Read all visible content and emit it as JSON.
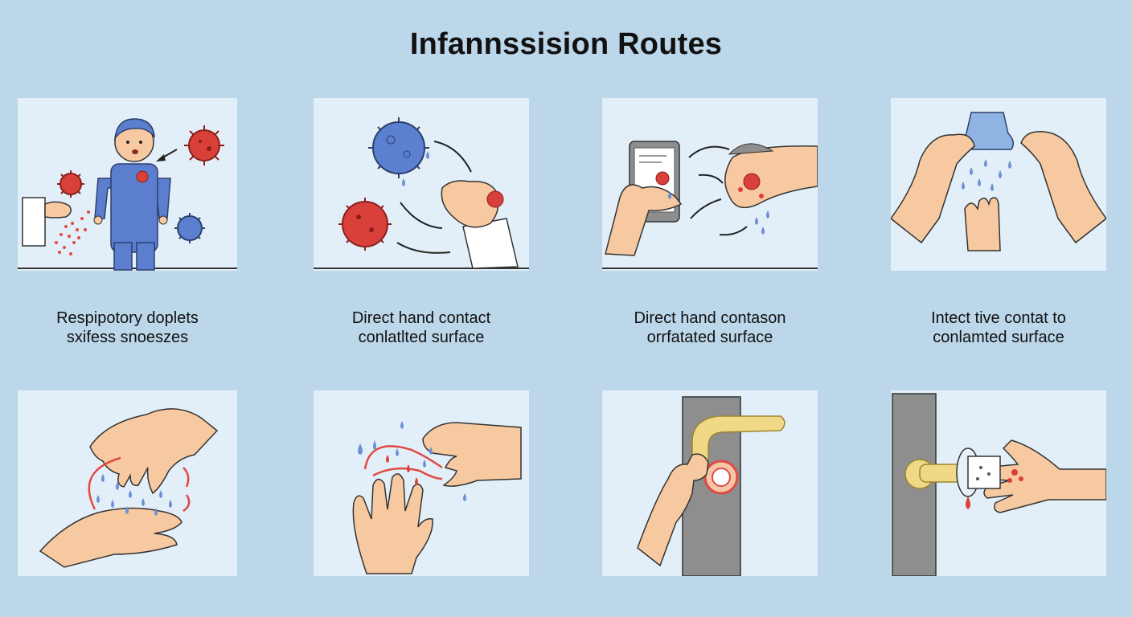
{
  "title": "Infannssision Routes",
  "colors": {
    "background": "#bcd6ea",
    "panel": "#e3eff8",
    "virus_red": "#d9403a",
    "virus_blue": "#5b80cf",
    "skin": "#f6c9a0",
    "droplet": "#6c8fd6",
    "person_blue": "#5b7fce",
    "handle": "#f0d887",
    "door": "#8e8e8e"
  },
  "captions": [
    {
      "line1": "Respipotory doplets",
      "line2": "sxifess snoeszes"
    },
    {
      "line1": "Direct hand contact",
      "line2": "conlatlted surface"
    },
    {
      "line1": "Direct hand contason",
      "line2": "orrfatated surface"
    },
    {
      "line1": "Intect tive contat to",
      "line2": "conlamted surface"
    }
  ],
  "panels": [
    {
      "id": "top-1",
      "icons": [
        "person-icon",
        "virus-icon",
        "sneeze-hand-icon"
      ]
    },
    {
      "id": "top-2",
      "icons": [
        "virus-icon",
        "fist-icon",
        "arrow-icon"
      ]
    },
    {
      "id": "top-3",
      "icons": [
        "phone-icon",
        "hand-icon",
        "virus-icon"
      ]
    },
    {
      "id": "top-4",
      "icons": [
        "hands-icon",
        "faucet-icon",
        "droplet-icon"
      ]
    },
    {
      "id": "bottom-1",
      "icons": [
        "hand-icon",
        "droplet-icon"
      ]
    },
    {
      "id": "bottom-2",
      "icons": [
        "hand-icon",
        "droplet-icon"
      ]
    },
    {
      "id": "bottom-3",
      "icons": [
        "door-handle-icon",
        "hand-icon"
      ]
    },
    {
      "id": "bottom-4",
      "icons": [
        "door-handle-icon",
        "hand-icon",
        "droplet-icon"
      ]
    }
  ]
}
